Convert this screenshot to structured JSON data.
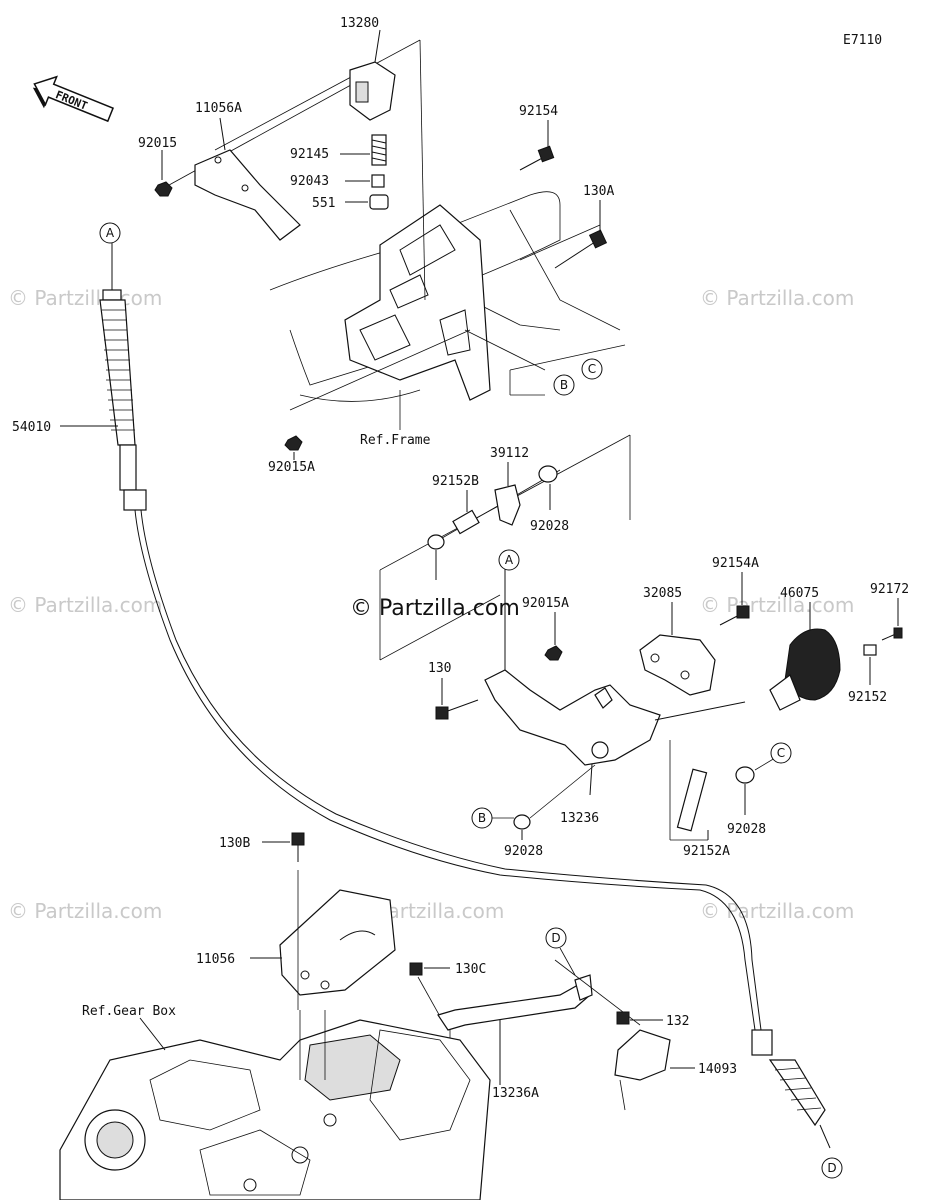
{
  "diagram_code": "E7110",
  "front_label": "FRONT",
  "watermark": "© Partzilla.com",
  "watermark_center": "© Partzilla.com",
  "parts": {
    "p13280": "13280",
    "p11056A": "11056A",
    "p92015": "92015",
    "p92145": "92145",
    "p92043": "92043",
    "p551": "551",
    "p92154": "92154",
    "p130A": "130A",
    "p54010": "54010",
    "p92015A_top": "92015A",
    "p39112": "39112",
    "p92152B": "92152B",
    "p92028_a": "92028",
    "p92015A_mid": "92015A",
    "p92154A": "92154A",
    "p32085": "32085",
    "p46075": "46075",
    "p92172": "92172",
    "p130": "130",
    "p92152": "92152",
    "p13236": "13236",
    "p92028_b": "92028",
    "p92152A": "92152A",
    "p92028_c": "92028",
    "p130B": "130B",
    "p11056": "11056",
    "p130C": "130C",
    "p132": "132",
    "p13236A": "13236A",
    "p14093": "14093"
  },
  "refs": {
    "frame": "Ref.Frame",
    "gearbox": "Ref.Gear Box"
  },
  "callouts": {
    "A": "A",
    "B": "B",
    "C": "C",
    "D": "D"
  }
}
